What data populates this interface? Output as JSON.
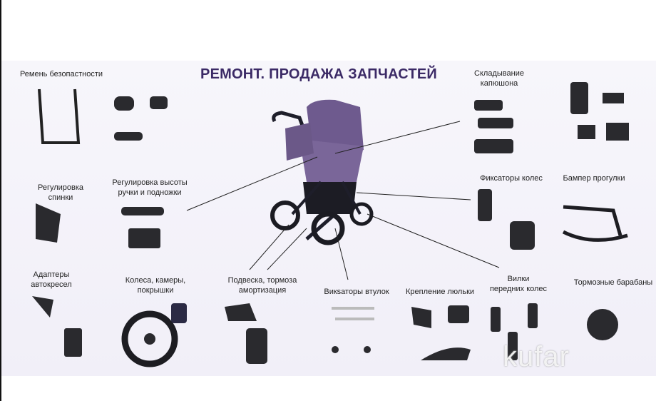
{
  "title": "РЕМОНТ. ПРОДАЖА ЗАПЧАСТЕЙ",
  "labels": {
    "belt": "Ремень безопастности",
    "hood_1": "Складывание",
    "hood_2": "капюшона",
    "back_1": "Регулировка",
    "back_2": "спинки",
    "handle_1": "Регулировка высоты",
    "handle_2": "ручки и подножки",
    "wheel_locks": "Фиксаторы колес",
    "bumper": "Бампер прогулки",
    "adapters_1": "Адаптеры",
    "adapters_2": "автокресел",
    "wheels_1": "Колеса, камеры,",
    "wheels_2": "покрышки",
    "suspension_1": "Подвеска, тормоза",
    "suspension_2": "амортизация",
    "hubs": "Викsаторы втулок",
    "carrycot": "Крепление люльки",
    "forks_1": "Вилки",
    "forks_2": "передних колес",
    "drums": "Тормозные барабаны"
  },
  "watermark": "kufar",
  "colors": {
    "title": "#3b2a66",
    "stroller": "#6e5a8e",
    "parts": "#2a2a2e"
  }
}
